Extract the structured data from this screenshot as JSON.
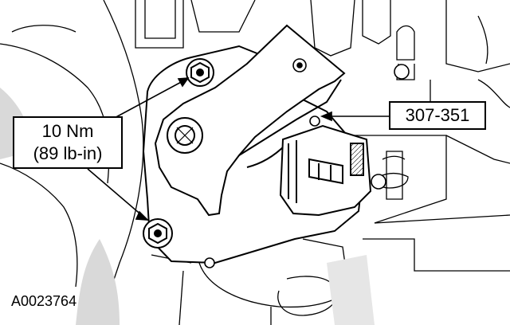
{
  "callouts": {
    "torque_value": "10 Nm",
    "torque_imperial": "(89 lb-in)",
    "tool_number": "307-351"
  },
  "figure": {
    "id": "A0023764"
  },
  "colors": {
    "line": "#000000",
    "background": "#ffffff",
    "shading": "#d9d9d9"
  }
}
